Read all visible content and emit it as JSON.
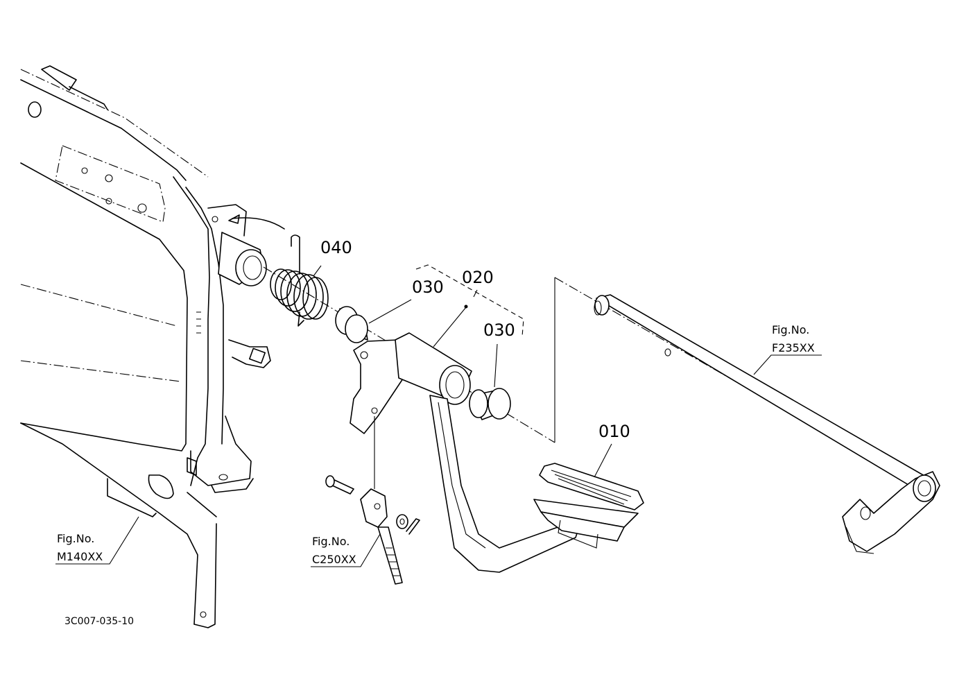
{
  "callouts": {
    "spring": "040",
    "pedal_assembly": "020",
    "bushing_upper": "030",
    "bushing_lower": "030",
    "pedal_pad": "010"
  },
  "references": {
    "shaft": {
      "line1": "Fig.No.",
      "line2": "F235XX"
    },
    "frame": {
      "line1": "Fig.No.",
      "line2": "M140XX"
    },
    "rod": {
      "line1": "Fig.No.",
      "line2": "C250XX"
    }
  },
  "drawing_code": "3C007-035-10"
}
